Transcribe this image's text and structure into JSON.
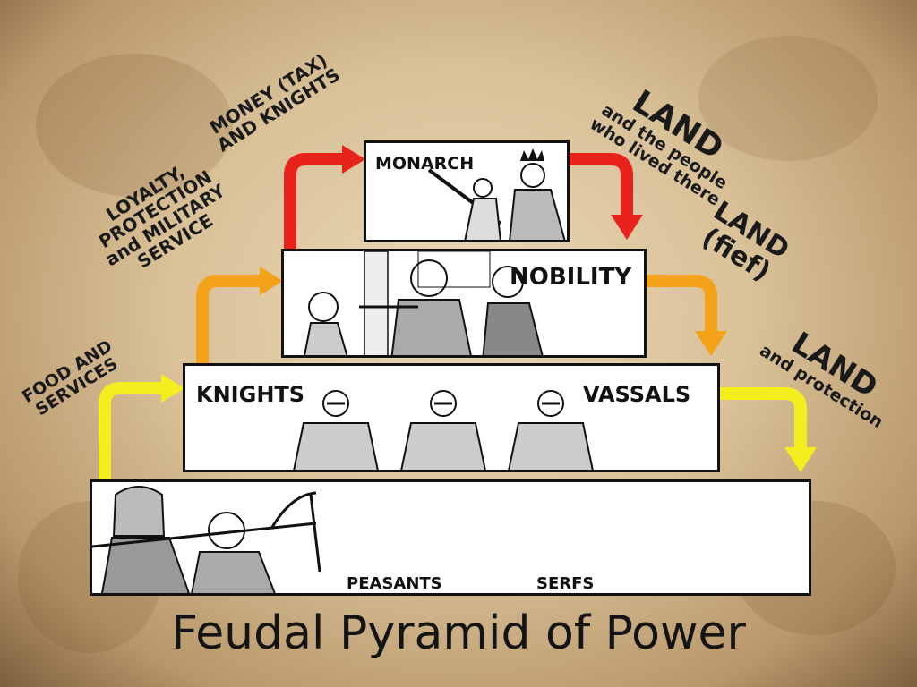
{
  "title": "Feudal Pyramid of Power",
  "tiers": {
    "monarch": "MONARCH",
    "nobility": "NOBILITY",
    "knights": "KNIGHTS",
    "vassals": "VASSALS",
    "peasants": "PEASANTS",
    "serfs": "SERFS"
  },
  "upward_flows": {
    "money": [
      "MONEY (TAX)",
      "AND KNIGHTS"
    ],
    "loyalty": [
      "LOYALTY,",
      "PROTECTION",
      "and MILITARY",
      "SERVICE"
    ],
    "food": [
      "FOOD AND",
      "SERVICES"
    ]
  },
  "downward_flows": {
    "land_people": {
      "heading": "LAND",
      "lines": [
        "and the people",
        "who lived there"
      ]
    },
    "land_fief": [
      "LAND",
      "(fief)"
    ],
    "land_protection": {
      "heading": "LAND",
      "sub": "and protection"
    }
  },
  "colors": {
    "arrow_red": "#e8231c",
    "arrow_orange": "#f5a21b",
    "arrow_yellow": "#f4ee1f",
    "box_fill": "#ffffff",
    "box_border": "#111111"
  }
}
